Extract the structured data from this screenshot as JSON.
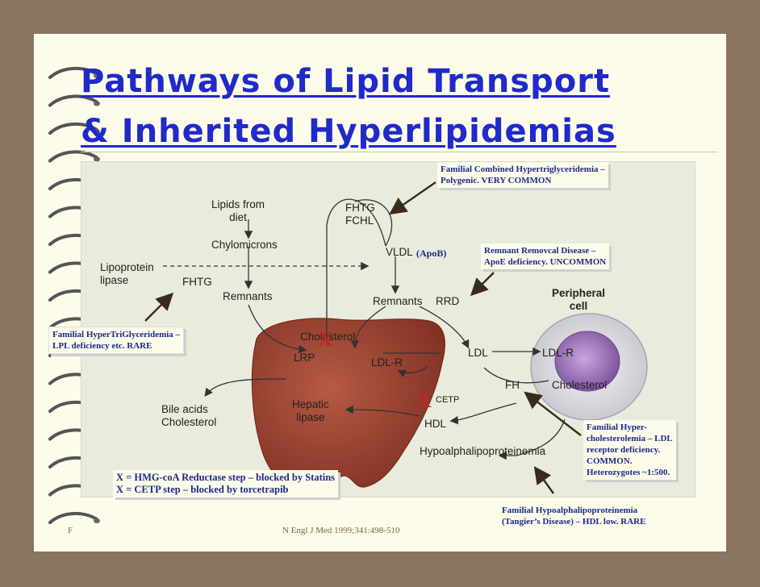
{
  "title": {
    "line1": "Pathways of Lipid Transport",
    "line2": "& Inherited Hyperlipidemias"
  },
  "diagram": {
    "lipids_from_diet": "Lipids from\ndiet",
    "fhtg_fchl": "FHTG\nFCHL",
    "chylomicrons": "Chylomicrons",
    "vldl": "VLDL",
    "apob": "(ApoB)",
    "lipoprotein_lipase": "Lipoprotein\nlipase",
    "fhtg": "FHTG",
    "remnants_left": "Remnants",
    "remnants_right": "Remnants",
    "rrd": "RRD",
    "peripheral_cell": "Peripheral\ncell",
    "cholesterol_liver": "Cholesterol",
    "lrp": "LRP",
    "ldl_r_liver": "LDL-R",
    "ldl": "LDL",
    "ldl_r_cell": "LDL-R",
    "cetp": "CETP",
    "fh": "FH",
    "cholesterol_cell": "Cholesterol",
    "bile_acids": "Bile acids\nCholesterol",
    "hepatic_lipase": "Hepatic\nlipase",
    "hdl": "HDL",
    "hypoalpha": "Hypoalphalipoproteinemia",
    "x1": "X",
    "x2": "X"
  },
  "notes": {
    "fchl": "Familial Combined Hypertriglyceridemia –\nPolygenic. VERY COMMON",
    "rrd": "Remnant Removcal Disease –\nApoE deficiency. UNCOMMON",
    "fhtg": "Familial HyperTriGlyceridemia –\nLPL deficiency etc. RARE",
    "fh": "Familial Hyper-\ncholesterolemia – LDL\nreceptor deficiency.\nCOMMON.\nHeterozygotes ~1:500.",
    "statins": "X = HMG-coA Reductase step – blocked by Statins\nX = CETP step – blocked by torcetrapib",
    "tangier": "Familial Hypoalphalipoproteinemia\n(Tangier’s Disease) – HDL low. RARE"
  },
  "footer": {
    "left": "F",
    "citation": "N Engl J Med 1999;341:498-510"
  },
  "colors": {
    "background": "#8b7560",
    "page": "#fdfbea",
    "title": "#1f2ac9",
    "note_text": "#1a2a8a",
    "x_mark": "#c0261d",
    "liver": "#9a4030"
  }
}
